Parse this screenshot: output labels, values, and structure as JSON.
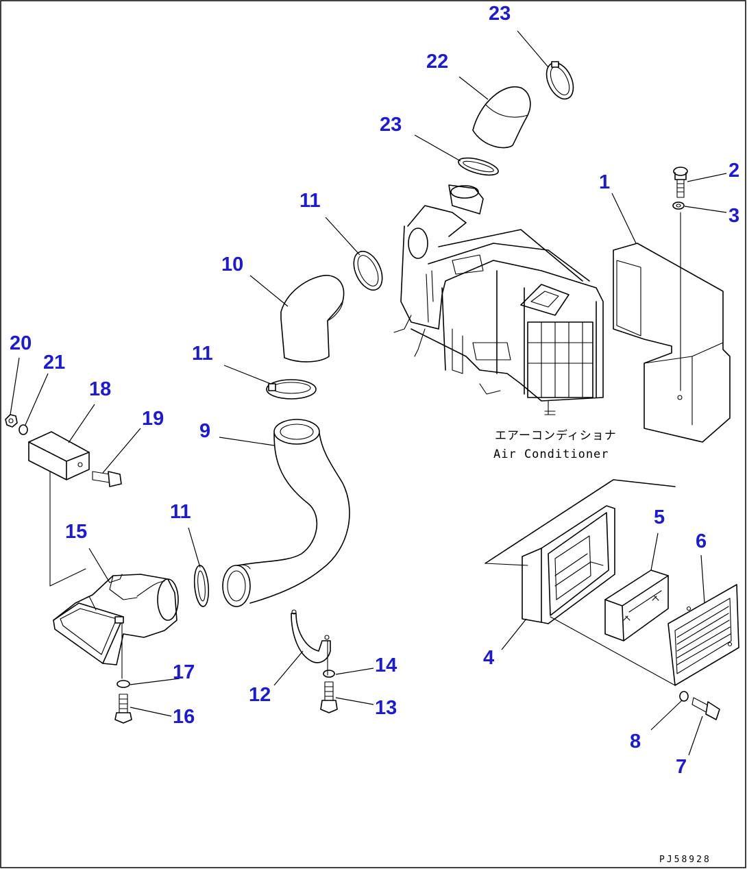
{
  "figure": {
    "doc_number": "PJ58928",
    "caption_jp": "エアーコンディショナ",
    "caption_en": "Air Conditioner"
  },
  "callouts": {
    "n1": "1",
    "n2": "2",
    "n3": "3",
    "n4": "4",
    "n5": "5",
    "n6": "6",
    "n7": "7",
    "n8": "8",
    "n9": "9",
    "n10": "10",
    "n11a": "11",
    "n11b": "11",
    "n11c": "11",
    "n12": "12",
    "n13": "13",
    "n14": "14",
    "n15": "15",
    "n16": "16",
    "n17": "17",
    "n18": "18",
    "n19": "19",
    "n20": "20",
    "n21": "21",
    "n22": "22",
    "n23a": "23",
    "n23b": "23"
  },
  "colors": {
    "callout": "#1a1ad8",
    "line": "#000000",
    "background": "#ffffff"
  }
}
